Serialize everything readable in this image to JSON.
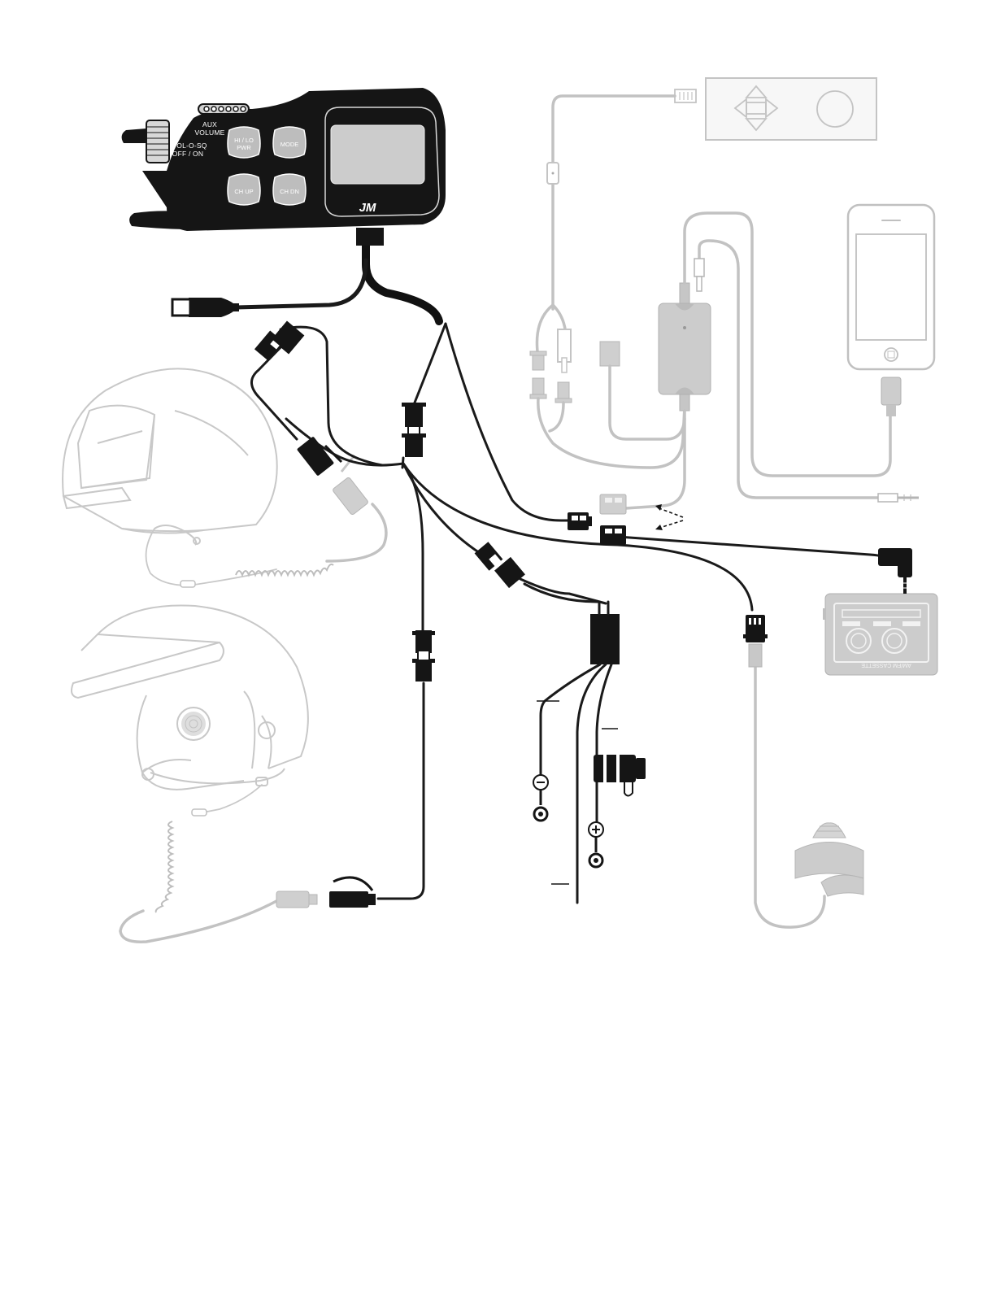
{
  "controller": {
    "aux_volume_label_line1": "AUX",
    "aux_volume_label_line2": "VOLUME",
    "vol_sq_label": "VOL-O-SQ",
    "off_on_label": "OFF / ON",
    "button_hi_lo_pwr_line1": "HI / LO",
    "button_hi_lo_pwr_line2": "PWR",
    "button_mode": "MODE",
    "button_ch_up": "CH UP",
    "button_ch_dn": "CH DN",
    "logo": "JM"
  },
  "cassette_label": "AM/FM CASSETTE",
  "colors": {
    "primary": "#151515",
    "secondary": "#c2c2c2",
    "background": "#ffffff"
  },
  "icons": {
    "ground": "minus-icon",
    "power": "plus-icon"
  }
}
